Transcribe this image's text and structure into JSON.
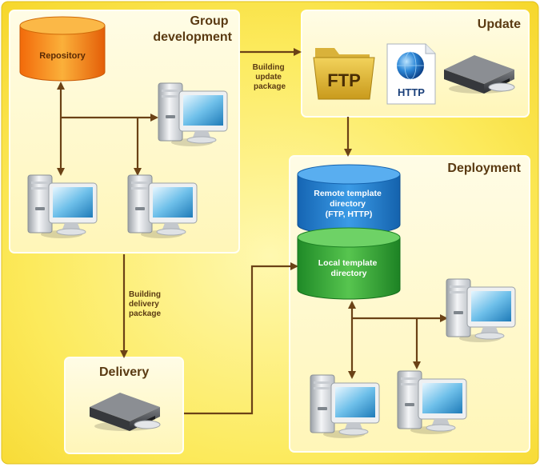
{
  "panels": {
    "group_development": [
      "Group",
      "development"
    ],
    "update": "Update",
    "deployment": "Deployment",
    "delivery": "Delivery"
  },
  "repository_label": "Repository",
  "update_icons": {
    "ftp": "FTP",
    "http": "HTTP"
  },
  "edges": {
    "update_package": [
      "Building",
      "update",
      "package"
    ],
    "delivery_package": [
      "Building",
      "delivery",
      "package"
    ]
  },
  "deployment": {
    "remote": [
      "Remote template",
      "directory",
      "(FTP, HTTP)"
    ],
    "local": [
      "Local template",
      "directory"
    ]
  },
  "icons": [
    "database-icon",
    "computer-icon",
    "folder-icon",
    "globe-icon",
    "drive-icon"
  ],
  "colors": {
    "background": "#fbe54a",
    "panel": "#fffbd2",
    "arrow": "#6b4216",
    "text": "#5a3a12",
    "repository": "#f27a12",
    "remote_db": "#1f78c4",
    "local_db": "#3aa63a"
  }
}
